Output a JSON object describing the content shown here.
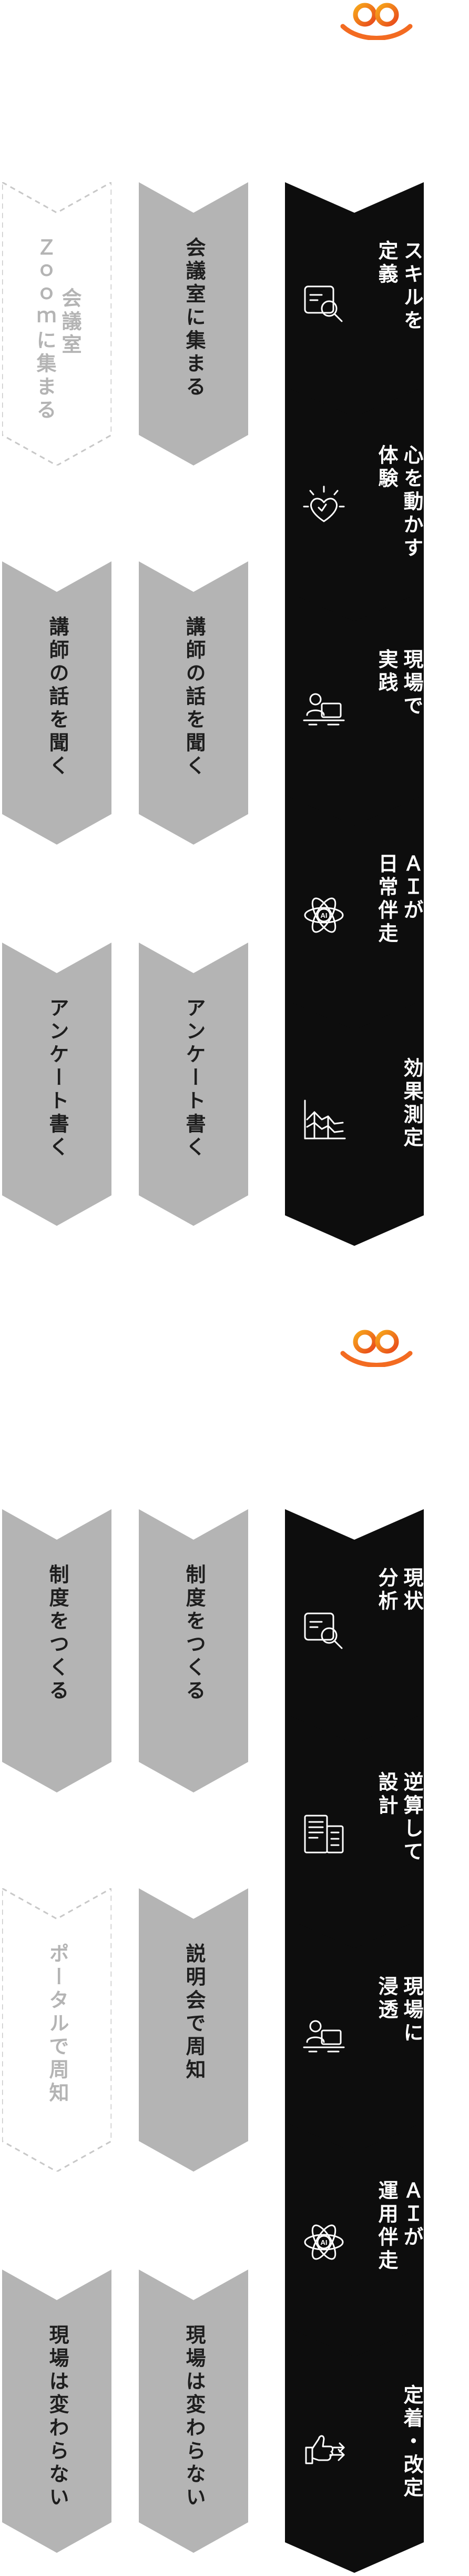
{
  "sections": [
    {
      "logo": "knot-logo",
      "rows": [
        {
          "black": {
            "lines": [
              "スキルを",
              "定義"
            ],
            "icon": "search-doc-icon"
          },
          "gray": {
            "text": "会議室に集まる"
          },
          "left": {
            "text": "Ｚｏｏｍに集まる",
            "text2": "会議室",
            "style": "dash"
          }
        },
        {
          "black": {
            "lines": [
              "心を動かす",
              "体験"
            ],
            "icon": "heart-spark-icon"
          }
        },
        {
          "black": {
            "lines": [
              "現場で",
              "実践"
            ],
            "icon": "person-desk-icon"
          },
          "gray": {
            "text": "講師の話を聞く"
          },
          "left": {
            "text": "講師の話を聞く",
            "style": "gray"
          }
        },
        {
          "black": {
            "lines": [
              "ＡＩが",
              "日常伴走"
            ],
            "icon": "ai-atom-icon"
          }
        },
        {
          "black": {
            "lines": [
              "効果測定"
            ],
            "icon": "chart-icon"
          },
          "gray": {
            "text": "アンケート書く"
          },
          "left": {
            "text": "アンケート書く",
            "style": "gray"
          }
        }
      ]
    },
    {
      "logo": "knot-logo",
      "rows": [
        {
          "black": {
            "lines": [
              "現状",
              "分析"
            ],
            "icon": "search-doc-icon"
          },
          "gray": {
            "text": "制度をつくる"
          },
          "left": {
            "text": "制度をつくる",
            "style": "gray"
          }
        },
        {
          "black": {
            "lines": [
              "逆算して",
              "設計"
            ],
            "icon": "building-doc-icon"
          }
        },
        {
          "black": {
            "lines": [
              "現場に",
              "浸透"
            ],
            "icon": "person-desk-icon"
          },
          "gray": {
            "text": "説明会で周知"
          },
          "left": {
            "text": "ポータルで周知",
            "style": "dash"
          }
        },
        {
          "black": {
            "lines": [
              "ＡＩが",
              "運用伴走"
            ],
            "icon": "ai-atom-icon"
          }
        },
        {
          "black": {
            "lines": [
              "定着・改定"
            ],
            "icon": "thumb-arrow-icon"
          },
          "gray": {
            "text": "現場は変わらない"
          },
          "left": {
            "text": "現場は変わらない",
            "style": "gray"
          }
        }
      ]
    }
  ],
  "colors": {
    "black": "#0d0d0d",
    "gray": "#b4b4b4",
    "dash": "#c8c8c8",
    "logo_a": "#f36b21",
    "logo_b": "#e8481c",
    "logo_c": "#f7a81b"
  }
}
